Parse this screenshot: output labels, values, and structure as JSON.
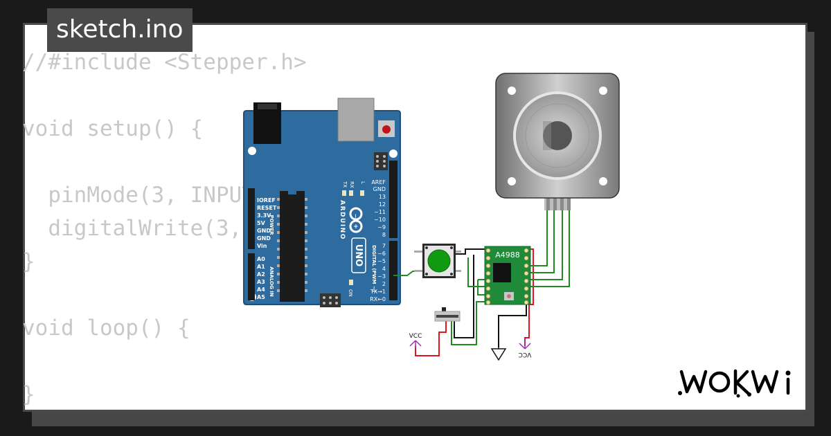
{
  "file_tab": {
    "name": "sketch.ino"
  },
  "code_lines": [
    "//#include <Stepper.h>",
    "",
    "void setup() {",
    "",
    "  pinMode(3, INPUT);",
    "  digitalWrite(3, HIGH);",
    "}",
    "",
    "void loop() {",
    "",
    "}"
  ],
  "arduino": {
    "brand": "ARDUINO",
    "model": "UNO",
    "power_pins": [
      "IOREF",
      "RESET",
      "3.3V",
      "5V",
      "GND",
      "GND",
      "Vin"
    ],
    "power_label": "POWER",
    "analog_pins": [
      "A0",
      "A1",
      "A2",
      "A3",
      "A4",
      "A5"
    ],
    "analog_label": "ANALOG IN",
    "digital_top": [
      "AREF",
      "GND",
      "13",
      "12",
      "~11",
      "~10",
      "~9",
      "8"
    ],
    "digital_bottom": [
      "7",
      "~6",
      "~5",
      "4",
      "~3",
      "2",
      "TX→1",
      "RX←0"
    ],
    "digital_label": "DIGITAL (PWM ~)",
    "led_labels": [
      "TX",
      "RX",
      "L"
    ],
    "on_label": "ON"
  },
  "driver": {
    "label": "A4988"
  },
  "power_symbols": {
    "vcc_left": "VCC",
    "vcc_right": "VCC"
  },
  "brand_logo": "WOKWi",
  "colors": {
    "board_blue": "#2e6b9e",
    "wire_green": "#1f8a1f",
    "wire_red": "#e0161f",
    "wire_black": "#111111",
    "vcc_purple": "#9b2ea8",
    "driver_green": "#1f8b3a"
  }
}
